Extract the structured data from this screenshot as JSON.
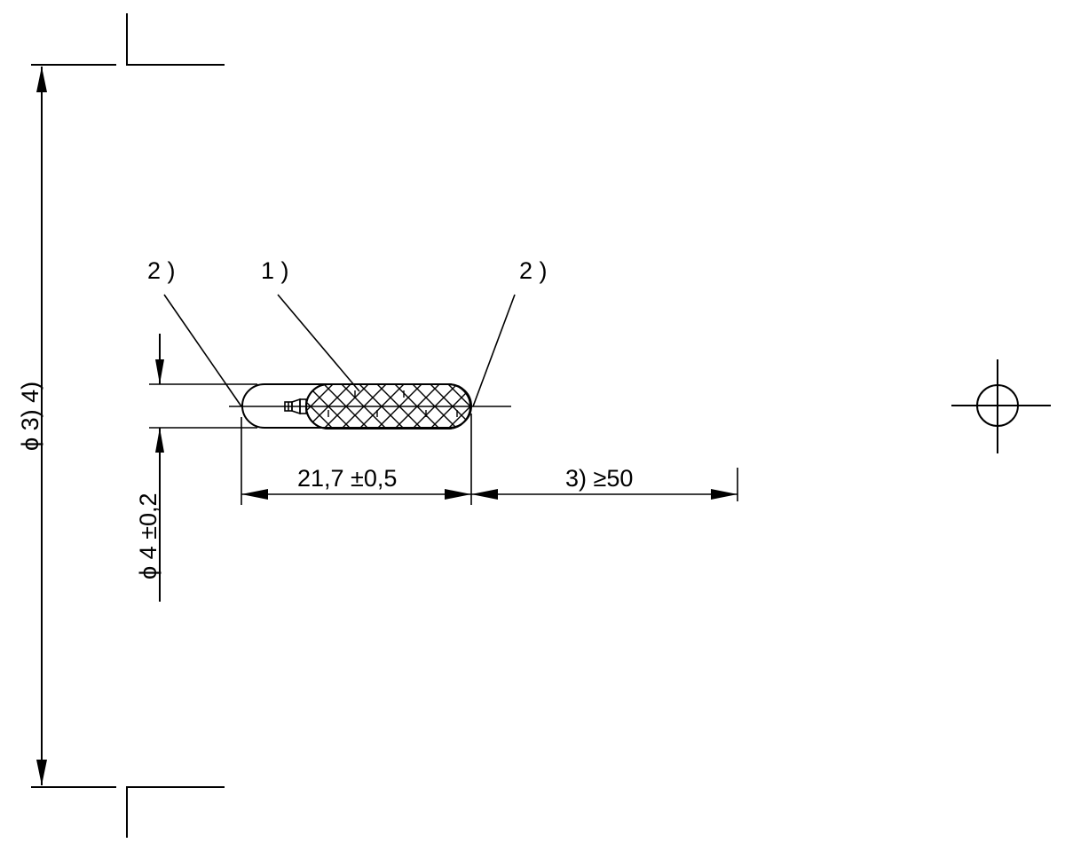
{
  "drawing": {
    "type": "technical-dimension-drawing",
    "callouts": [
      {
        "id": "left-end",
        "label": "2 )"
      },
      {
        "id": "core",
        "label": "1 )"
      },
      {
        "id": "right-end",
        "label": "2 )"
      }
    ],
    "dimensions": {
      "length": "21,7 ±0,5",
      "clearance": "3) ≥50",
      "body_diameter": "ϕ 4 ±0,2",
      "outer_diameter": "ϕ 3)  4)"
    },
    "symbols": {
      "centre_mark": "centre-crosshair-circle"
    },
    "colors": {
      "line": "#000000",
      "background": "#ffffff"
    }
  }
}
